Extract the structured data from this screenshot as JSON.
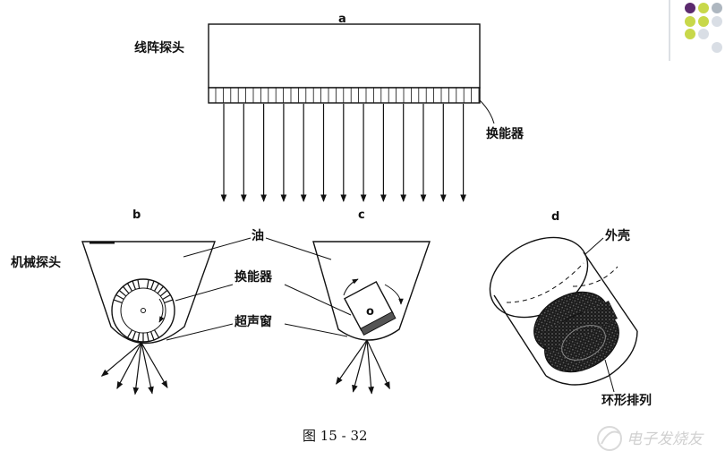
{
  "labels": {
    "a": "a",
    "b": "b",
    "c": "c",
    "d": "d",
    "linear_probe": "线阵探头",
    "transducer_a": "换能器",
    "mechanical_probe": "机械探头",
    "oil": "油",
    "transducer_bc": "换能器",
    "ultrasound_window": "超声窗",
    "outer_shell": "外壳",
    "ring_array": "环形排列",
    "center_mark": "o",
    "caption": "图 15 - 32",
    "watermark": "电子发烧友"
  },
  "decor": {
    "dots": [
      "#5b2a6e",
      "#c8d84a",
      "#aeb7c0",
      "#c8d84a",
      "#c8d84a",
      "#d9dee5",
      "#c8d84a",
      "#d9dee5"
    ]
  }
}
